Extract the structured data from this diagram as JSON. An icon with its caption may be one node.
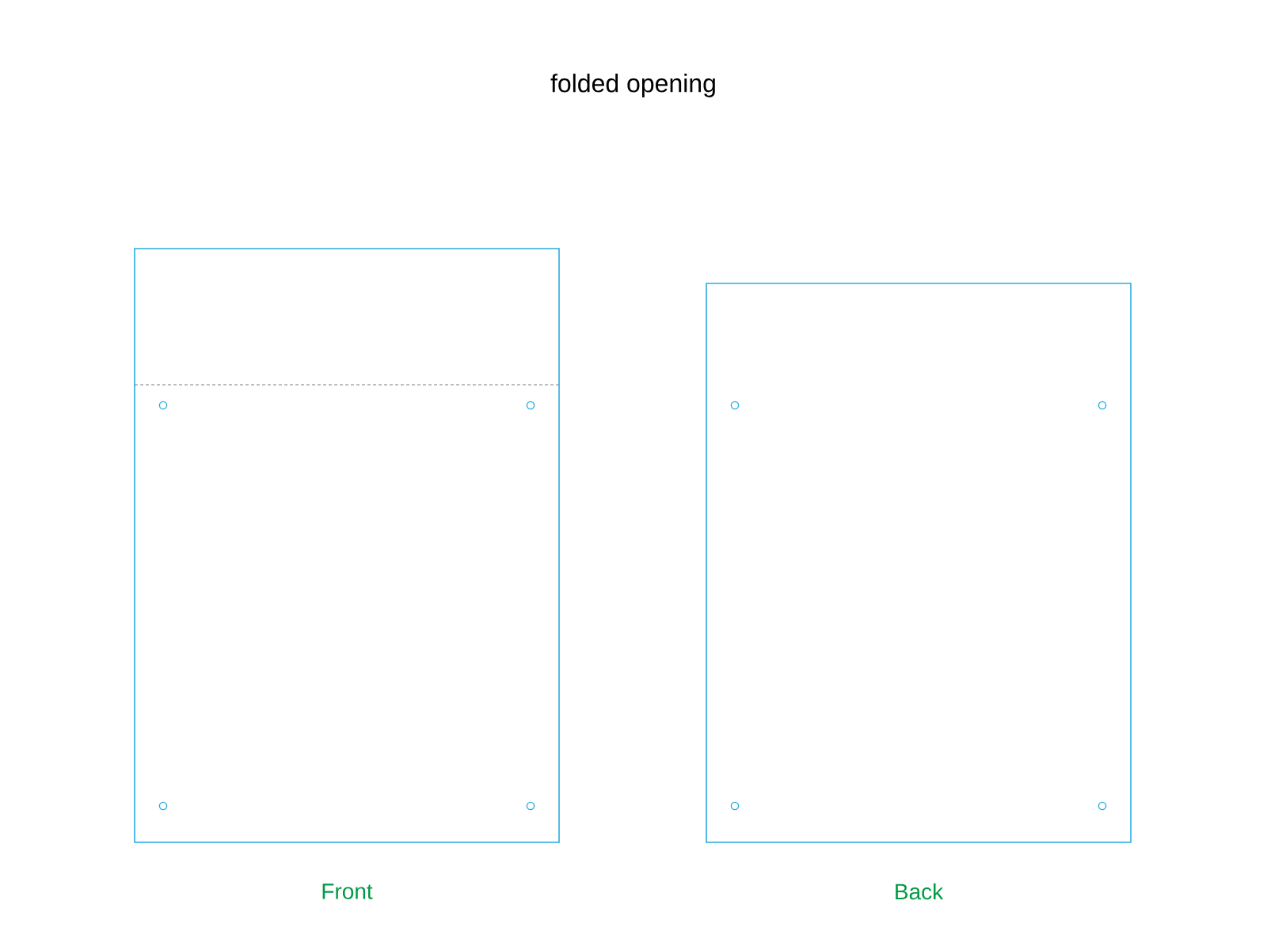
{
  "diagram": {
    "title": "folded opening",
    "nodes": [
      {
        "text": [
          "Front"
        ]
      },
      {
        "text": [
          "Back"
        ]
      }
    ]
  }
}
